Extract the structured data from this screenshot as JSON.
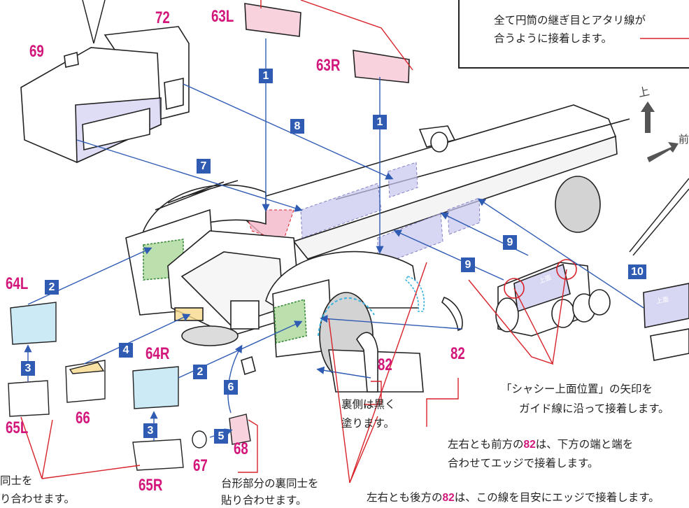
{
  "colors": {
    "guide_blue": "#2f5bb3",
    "guide_red": "#d8232a",
    "part_magenta": "#d2167a",
    "tint_purple": "#c8c6ee",
    "tint_pink": "#f4b6c8",
    "tint_green": "#9fd38a",
    "tint_cyan": "#a8dcef",
    "tint_yellow": "#f6d98c"
  },
  "parts": {
    "p63L": "63L",
    "p63R": "63R",
    "p72": "72",
    "p69": "69",
    "p64L": "64L",
    "p65L": "65L",
    "p66": "66",
    "p64R": "64R",
    "p65R": "65R",
    "p67": "67",
    "p68": "68",
    "p82a": "82",
    "p82b": "82"
  },
  "steps": {
    "s1a": "1",
    "s1b": "1",
    "s2a": "2",
    "s2b": "2",
    "s3a": "3",
    "s3b": "3",
    "s4": "4",
    "s5": "5",
    "s6": "6",
    "s7": "7",
    "s8": "8",
    "s9a": "9",
    "s9b": "9",
    "s10": "10"
  },
  "directions": {
    "up": "上",
    "front": "前"
  },
  "surface_labels": {
    "top_a": "上面",
    "top_b": "上面"
  },
  "notes": {
    "box_line1": "全て円筒の継ぎ目とアタリ線が",
    "box_line2": "合うように接着します。",
    "chassis_line1": "「シャシー上面位置」の矢印を",
    "chassis_line2": "ガイド線に沿って接着します。",
    "black_line1": "裏側は黒く",
    "black_line2": "塗ります。",
    "front82_line1_pre": "左右とも前方の",
    "front82_num": "82",
    "front82_line1_post": "は、下方の端と端を",
    "front82_line2": "合わせてエッジで接着します。",
    "back_line1": "台形部分の裏同士を",
    "back_line2": "貼り合わせます。",
    "rear82_pre": "左右とも後方の",
    "rear82_num": "82",
    "rear82_post": "は、この線を目安にエッジで接着します。",
    "left_line1": "同士を",
    "left_line2": "り合わせます。"
  }
}
